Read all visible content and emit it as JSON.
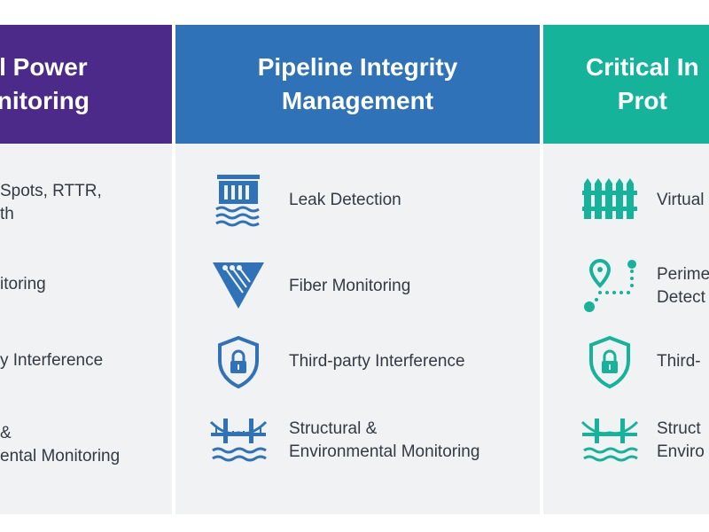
{
  "columns": {
    "left": {
      "title": "l Power\nnitoring",
      "items": [
        {
          "label": "Spots, RTTR,\nth"
        },
        {
          "label": "itoring"
        },
        {
          "label": "y Interference"
        },
        {
          "label": "&\nental Monitoring"
        }
      ]
    },
    "middle": {
      "title": "Pipeline Integrity\nManagement",
      "color": "#2f72b8",
      "items": [
        {
          "label": "Leak Detection",
          "icon": "dam-icon"
        },
        {
          "label": "Fiber Monitoring",
          "icon": "fiber-icon"
        },
        {
          "label": "Third-party Interference",
          "icon": "shield-lock-icon"
        },
        {
          "label": "Structural &\nEnvironmental Monitoring",
          "icon": "bridge-icon"
        }
      ]
    },
    "right": {
      "title": "Critical In\nProt",
      "color": "#14b39a",
      "items": [
        {
          "label": "Virtual",
          "icon": "fence-icon"
        },
        {
          "label": "Perime\nDetect",
          "icon": "location-path-icon"
        },
        {
          "label": "Third-",
          "icon": "shield-lock-icon"
        },
        {
          "label": "Struct\nEnviro",
          "icon": "bridge-icon"
        }
      ]
    }
  }
}
